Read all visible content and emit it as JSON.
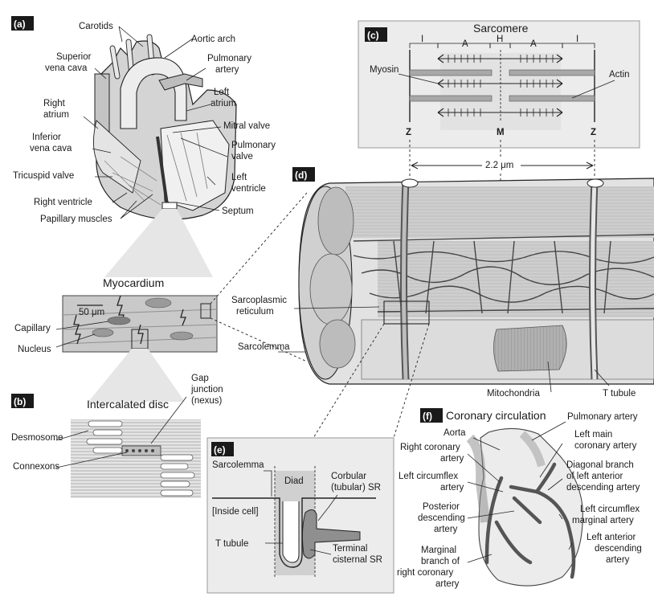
{
  "panels": {
    "a": {
      "tag": "(a)",
      "labels": {
        "carotids": "Carotids",
        "aortic_arch": "Aortic arch",
        "svc_1": "Superior",
        "svc_2": "vena cava",
        "pa_1": "Pulmonary",
        "pa_2": "artery",
        "la_1": "Left",
        "la_2": "atrium",
        "ra_1": "Right",
        "ra_2": "atrium",
        "mitral": "Mitral valve",
        "ivc_1": "Inferior",
        "ivc_2": "vena cava",
        "pv_1": "Pulmonary",
        "pv_2": "valve",
        "tricuspid": "Tricuspid valve",
        "lv_1": "Left",
        "lv_2": "ventricle",
        "rv": "Right ventricle",
        "papillary": "Papillary muscles",
        "septum": "Septum"
      },
      "myocardium": {
        "title": "Myocardium",
        "scale": "50 μm",
        "capillary": "Capillary",
        "nucleus": "Nucleus"
      }
    },
    "b": {
      "tag": "(b)",
      "title": "Intercalated disc",
      "gap_1": "Gap",
      "gap_2": "junction",
      "gap_3": "(nexus)",
      "desmosome": "Desmosome",
      "connexons": "Connexons"
    },
    "c": {
      "tag": "(c)",
      "title": "Sarcomere",
      "band_i": "I",
      "band_a": "A",
      "band_h": "H",
      "myosin": "Myosin",
      "actin": "Actin",
      "z": "Z",
      "m": "M",
      "length": "2.2 μm"
    },
    "d": {
      "tag": "(d)",
      "sr_1": "Sarcoplasmic",
      "sr_2": "reticulum",
      "sarcolemma": "Sarcolemma",
      "mitochondria": "Mitochondria",
      "t_tubule": "T tubule"
    },
    "e": {
      "tag": "(e)",
      "sarcolemma": "Sarcolemma",
      "diad": "Diad",
      "inside": "[Inside cell]",
      "corbular_1": "Corbular",
      "corbular_2": "(tubular) SR",
      "t_tubule": "T tubule",
      "terminal_1": "Terminal",
      "terminal_2": "cisternal SR"
    },
    "f": {
      "tag": "(f)",
      "title": "Coronary circulation",
      "aorta": "Aorta",
      "pulm_artery": "Pulmonary artery",
      "rca_1": "Right coronary",
      "rca_2": "artery",
      "lmca_1": "Left main",
      "lmca_2": "coronary artery",
      "lcx_1": "Left circumflex",
      "lcx_2": "artery",
      "diag_1": "Diagonal branch",
      "diag_2": "of left anterior",
      "diag_3": "descending artery",
      "pda_1": "Posterior",
      "pda_2": "descending",
      "pda_3": "artery",
      "lcxm_1": "Left circumflex",
      "lcxm_2": "marginal artery",
      "lad_1": "Left anterior",
      "lad_2": "descending",
      "lad_3": "artery",
      "marg_1": "Marginal",
      "marg_2": "branch of",
      "marg_3": "right coronary",
      "marg_4": "artery"
    }
  }
}
